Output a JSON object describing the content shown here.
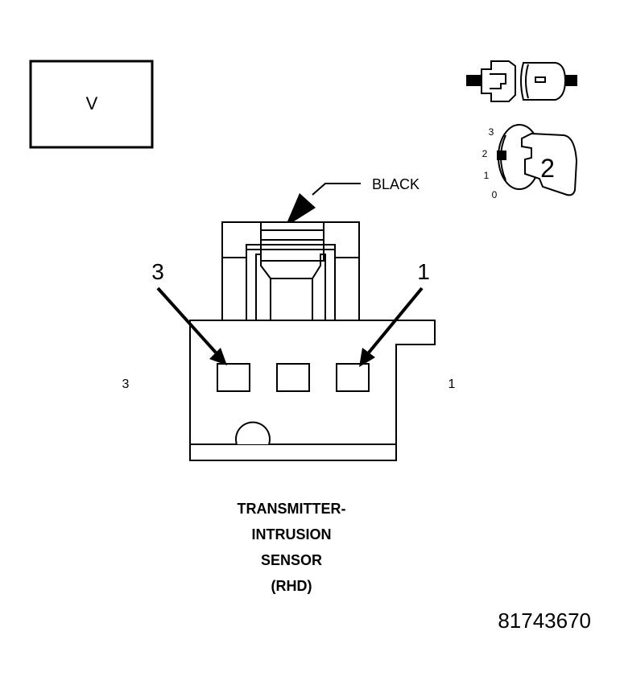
{
  "view_box_label": "V",
  "color_label": "BLACK",
  "pins": {
    "left_callout": "3",
    "right_callout": "1",
    "left_side": "3",
    "right_side": "1"
  },
  "position_icon": {
    "scale": [
      "3",
      "2",
      "1",
      "0"
    ],
    "position": "2"
  },
  "title_lines": [
    "TRANSMITTER-",
    "INTRUSION",
    "SENSOR",
    "(RHD)"
  ],
  "diagram_number": "81743670"
}
